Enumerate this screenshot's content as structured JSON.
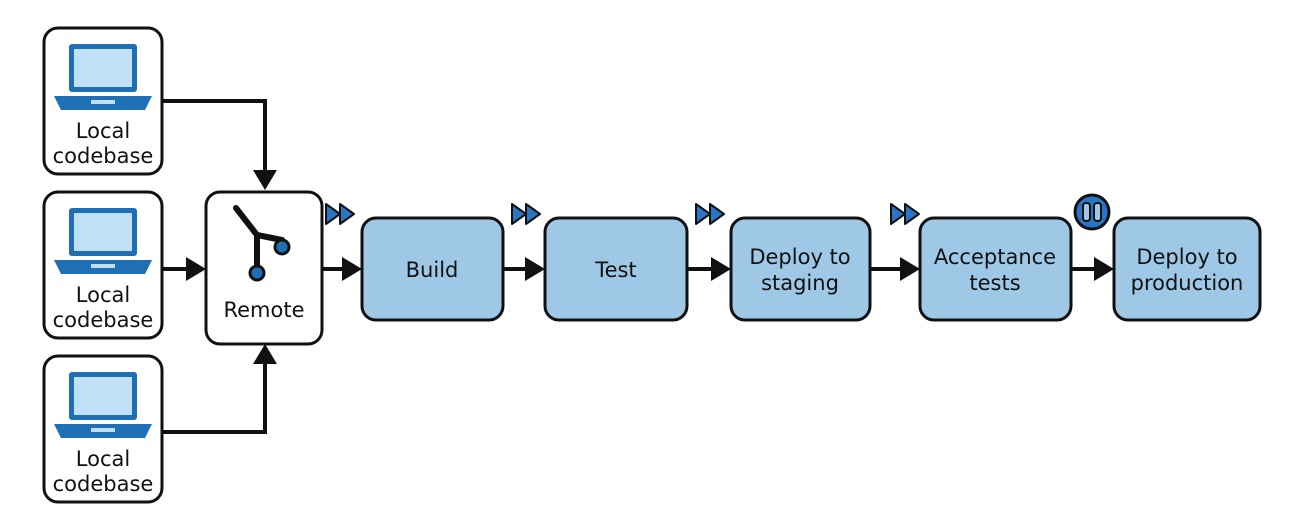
{
  "local_codebases": [
    {
      "line1": "Local",
      "line2": "codebase"
    },
    {
      "line1": "Local",
      "line2": "codebase"
    },
    {
      "line1": "Local",
      "line2": "codebase"
    }
  ],
  "remote": {
    "label": "Remote",
    "icon": "git-branch-icon"
  },
  "stages": [
    {
      "line1": "Build",
      "line2": "",
      "indicator": "fast-forward"
    },
    {
      "line1": "Test",
      "line2": "",
      "indicator": "fast-forward"
    },
    {
      "line1": "Deploy to",
      "line2": "staging",
      "indicator": "fast-forward"
    },
    {
      "line1": "Acceptance",
      "line2": "tests",
      "indicator": "fast-forward"
    },
    {
      "line1": "Deploy to",
      "line2": "production",
      "indicator": "pause"
    }
  ],
  "colors": {
    "stage_fill": "#9ec8e6",
    "laptop_dark": "#1f6fb5",
    "laptop_light": "#bfe0f5",
    "indicator_blue": "#2a76c4",
    "outline": "#111111"
  }
}
